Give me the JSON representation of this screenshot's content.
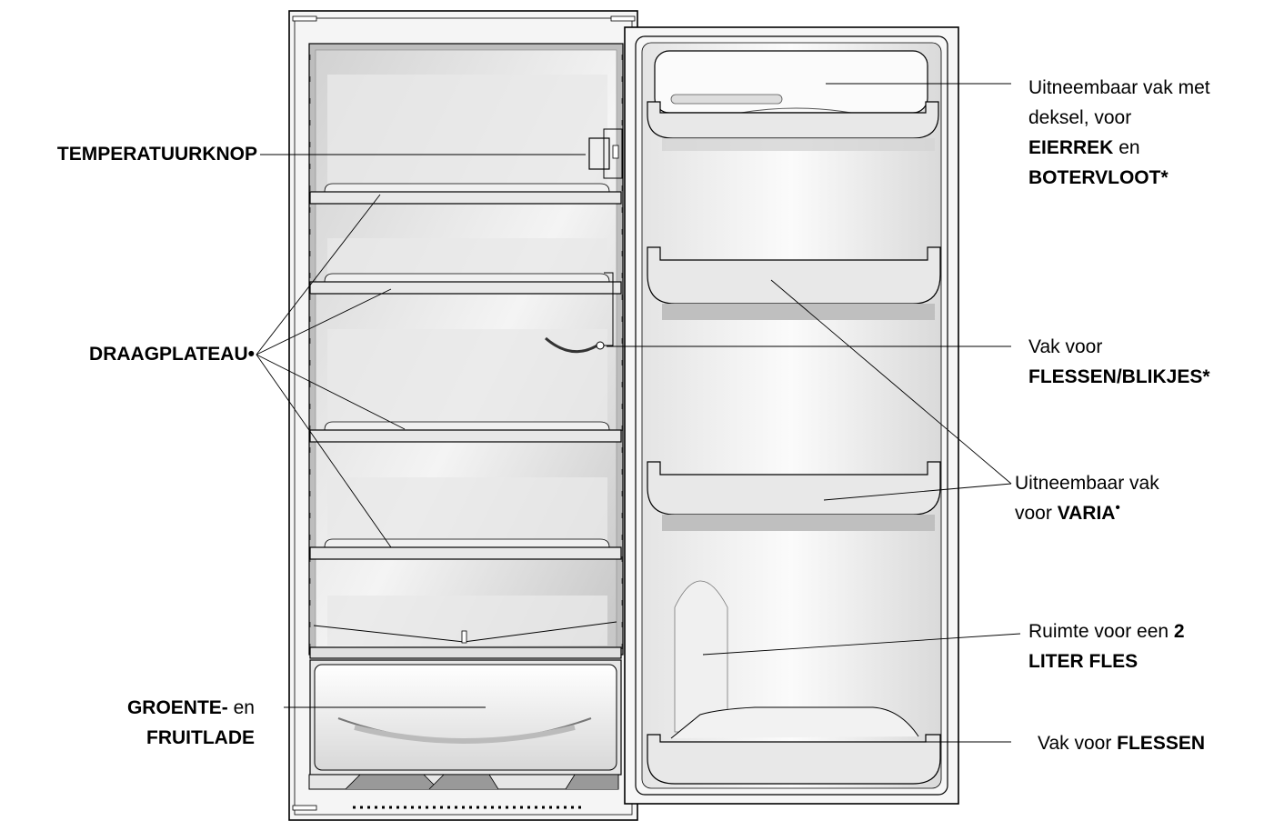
{
  "labels": {
    "temperatuurknop": {
      "bold": "TEMPERATUURKNOP"
    },
    "draagplateau": {
      "bold": "DRAAGPLATEAU",
      "mark": "•"
    },
    "groentelade": {
      "bold1": "GROENTE-",
      "text1": " en",
      "bold2": "FRUITLADE"
    },
    "eierrek": {
      "line1": "Uitneembaar vak met",
      "line2": "deksel, voor",
      "bold1": "EIERREK",
      "text3": " en",
      "bold2": "BOTERVLOOT",
      "mark": "*"
    },
    "flessen_blikjes": {
      "line1": "Vak voor",
      "bold": "FLESSEN/BLIKJES",
      "mark": "*"
    },
    "varia": {
      "line1": "Uitneembaar vak",
      "text2": "voor ",
      "bold": "VARIA",
      "mark": "•"
    },
    "liter_fles": {
      "text1": "Ruimte voor een ",
      "bold1": "2",
      "bold2": "LITER FLES"
    },
    "flessen": {
      "text": "Vak voor ",
      "bold": "FLESSEN"
    }
  },
  "colors": {
    "line": "#000000",
    "cabinet_fill": "#f2f2f2",
    "interior": "#c8c8c8",
    "shelf": "#e6e6e6"
  }
}
